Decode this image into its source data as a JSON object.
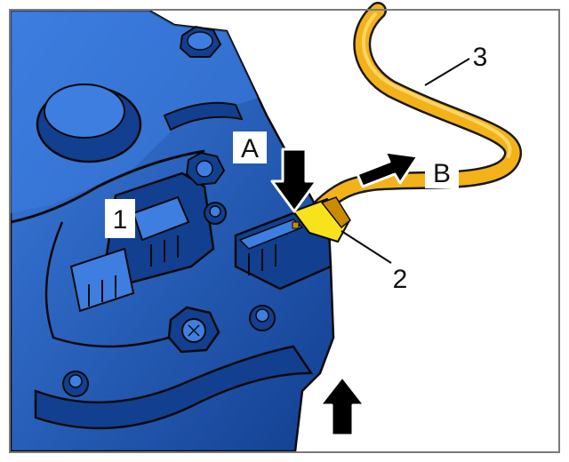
{
  "colors": {
    "housing": "#1f5fc8",
    "housing_light": "#3d7ee0",
    "housing_dark": "#123f90",
    "outline": "#0a0a0a",
    "cable": "#f3b219",
    "cable_dark": "#c98b00",
    "cable_light": "#ffd86a",
    "plug": "#f7e21c",
    "arrow": "#000000",
    "frame": "#7a7a7a"
  },
  "callouts": {
    "label_1": "1",
    "label_2": "2",
    "label_3": "3",
    "label_a": "A",
    "label_b": "B"
  },
  "icons": {
    "press_arrow": "arrow-down-icon",
    "pull_arrow": "arrow-up-right-icon",
    "view_arrow": "arrow-up-icon"
  }
}
